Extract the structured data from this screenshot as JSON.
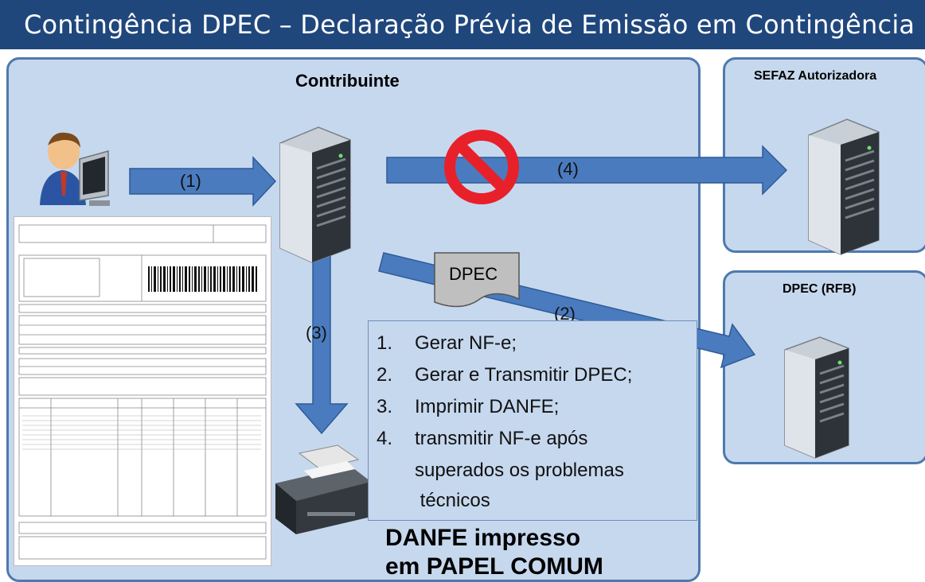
{
  "title": "Contingência DPEC – Declaração Prévia de Emissão em Contingência",
  "panels": {
    "contribuinte": "Contribuinte",
    "sefaz": "SEFAZ Autorizadora",
    "dpec_rfb": "DPEC (RFB)"
  },
  "arrows": {
    "a1": "(1)",
    "a2": "(2)",
    "a3": "(3)",
    "a4": "(4)"
  },
  "dpec_doc": "DPEC",
  "steps": [
    {
      "num": "1.",
      "text": "Gerar NF-e;"
    },
    {
      "num": "2.",
      "text": "Gerar e Transmitir DPEC;"
    },
    {
      "num": "3.",
      "text": "Imprimir DANFE;"
    },
    {
      "num": "4.",
      "text": "transmitir NF-e após"
    },
    {
      "num": "",
      "text": "superados os problemas"
    },
    {
      "num": "",
      "text": " técnicos"
    }
  ],
  "caption": {
    "line1": "DANFE impresso",
    "line2": "em PAPEL COMUM"
  },
  "colors": {
    "title_bg": "#1f477c",
    "panel_bg": "#c6d8ee",
    "panel_border": "#4e79ad",
    "arrow": "#4a7bbf",
    "no_sign": "#e8202a"
  },
  "icons": [
    "user-at-computer-icon",
    "server-icon",
    "printer-icon",
    "prohibited-icon",
    "document-icon",
    "danfe-document-image"
  ]
}
